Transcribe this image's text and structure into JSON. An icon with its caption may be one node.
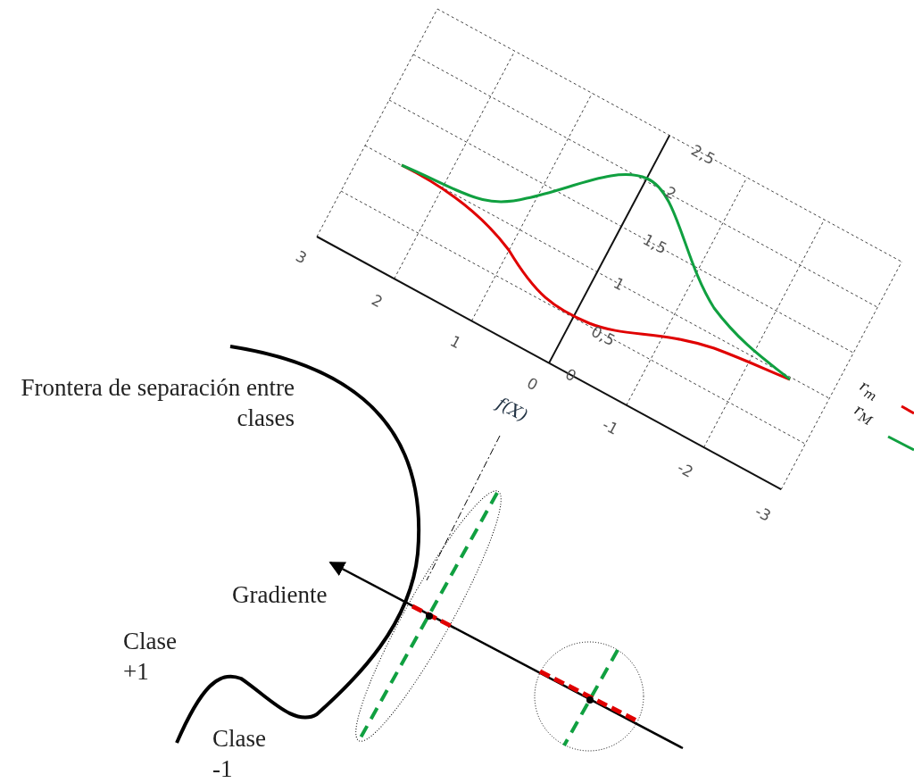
{
  "diagram": {
    "labels": [
      "Frontera de separación entre clases",
      "Gradiente",
      "Clase +1",
      "Clase -1",
      "3",
      "2",
      "1",
      "0",
      "-1",
      "-2",
      "-3",
      "0",
      "0,5",
      "1",
      "1,5",
      "2",
      "2,5",
      "f(X)"
    ],
    "legend": [
      {
        "text": "r$_{m}$"
      },
      {
        "text": "r$_{M}$"
      }
    ]
  }
}
